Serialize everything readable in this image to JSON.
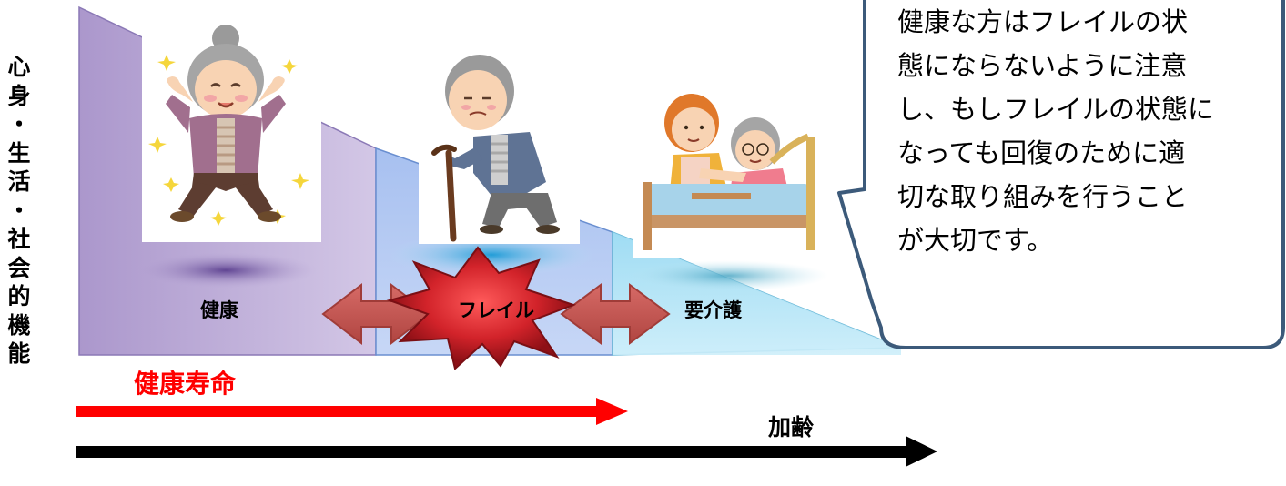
{
  "axis": {
    "vertical_label": "心\n身\n・\n生\n活\n・\n社\n会\n的\n機\n能",
    "horizontal_label": "加齢"
  },
  "stages": {
    "healthy": "健康",
    "frailty": "フレイル",
    "care_needed": "要介護"
  },
  "healthy_life_expectancy": "健康寿命",
  "speech_bubble": {
    "text": "健康な方はフレイルの状\n態にならないように注意\nし、もしフレイルの状態に\nなっても回復のために適\n切な取り組みを行うこと\nが大切です。"
  },
  "colors": {
    "healthy_region": "#c7b8de",
    "frailty_region": "#b9cdf3",
    "care_region": "#b7e6f7",
    "double_arrow": "#c0504d",
    "burst": "#d2232a",
    "healthy_life_arrow": "#ff0000",
    "aging_arrow": "#000000"
  },
  "icons": [
    "healthy-elderly-woman-icon",
    "frail-elderly-man-with-cane-icon",
    "caregiver-with-elderly-in-bed-icon",
    "double-arrow-icon",
    "burst-icon"
  ]
}
